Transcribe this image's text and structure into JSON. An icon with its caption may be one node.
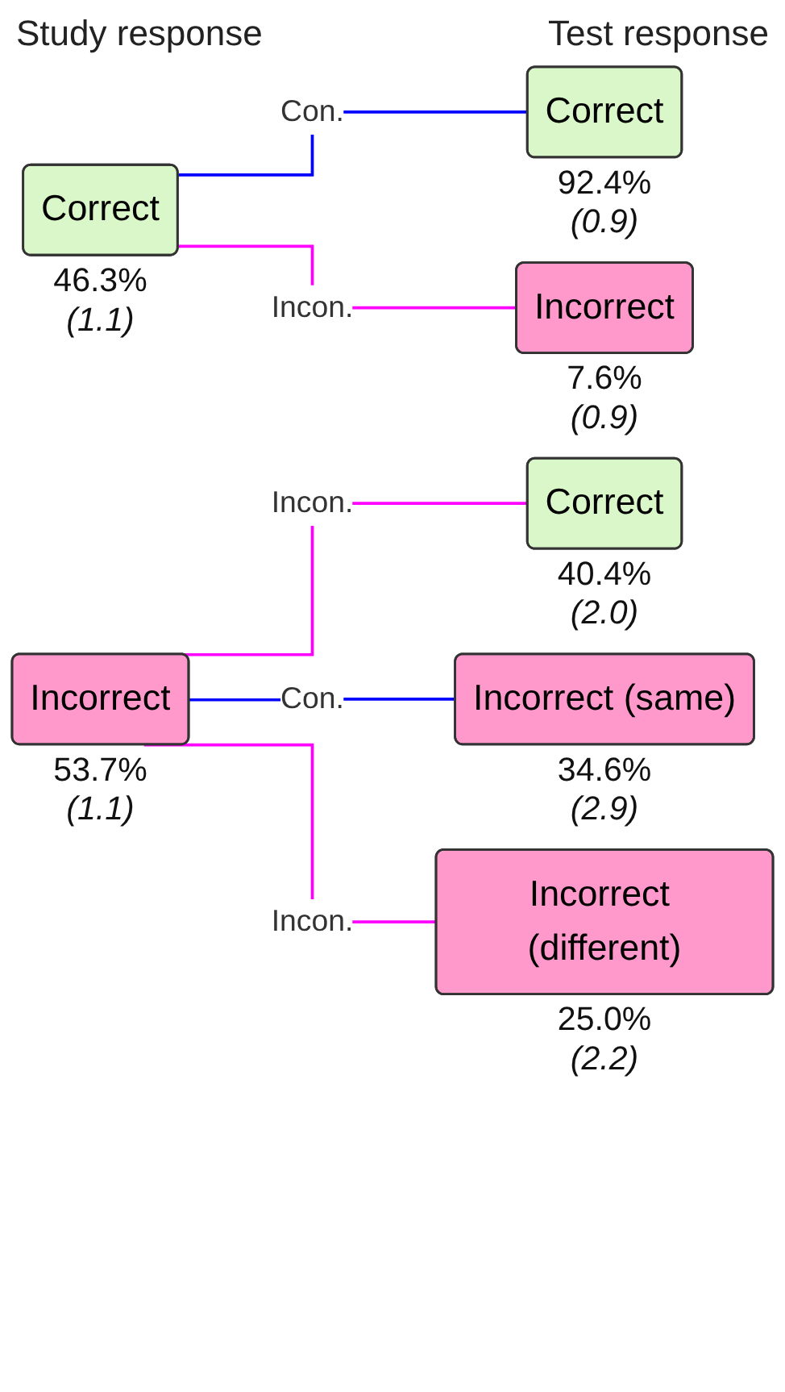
{
  "diagram": {
    "nodes": [
      {
        "text": [
          "Correct"
        ],
        "beside": [
          "46.3%",
          "(1.1)"
        ]
      },
      {
        "text": [
          "Correct"
        ],
        "beside": [
          "92.4%",
          "(0.9)"
        ]
      },
      {
        "text": [
          "Incorrect"
        ],
        "beside": [
          "7.6%",
          "(0.9)"
        ]
      },
      {
        "text": [
          "Incorrect"
        ],
        "beside": [
          "53.7%",
          "(1.1)"
        ]
      },
      {
        "text": [
          "Correct"
        ],
        "beside": [
          "40.4%",
          "(2.0)"
        ]
      },
      {
        "text": [
          "Incorrect (same)"
        ],
        "beside": [
          "34.6%",
          "(2.9)"
        ]
      },
      {
        "text": [
          "Incorrect (different)"
        ],
        "beside": [
          "25.0%",
          "(2.2)"
        ]
      }
    ],
    "edges": [
      {
        "from": 0,
        "to": 1,
        "arrow": "none",
        "label": "Con.",
        "color": "#0000ff"
      },
      {
        "from": 0,
        "to": 2,
        "arrow": "none",
        "label": "Incon.",
        "color": "#ff00ff"
      },
      {
        "from": 3,
        "to": 4,
        "arrow": "none",
        "label": "Incon.",
        "color": "#ff00ff"
      },
      {
        "from": 3,
        "to": 5,
        "arrow": "none",
        "label": "Con.",
        "color": "#0000ff"
      },
      {
        "from": 3,
        "to": 6,
        "arrow": "none",
        "label": "Incon.",
        "color": "#ff00ff"
      }
    ],
    "labels": [
      "Study response",
      "Test response"
    ]
  }
}
